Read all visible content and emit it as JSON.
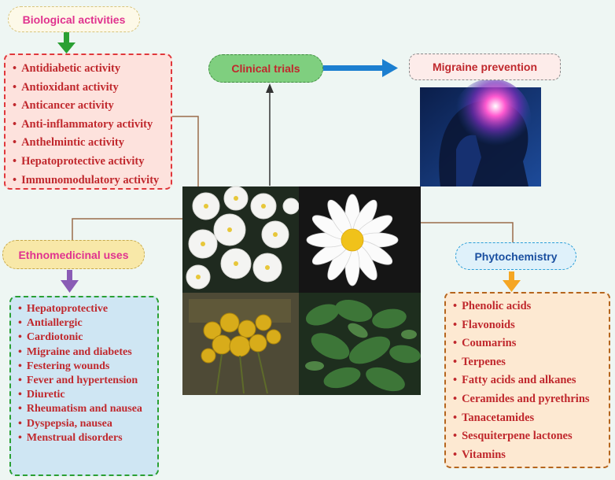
{
  "nodes": {
    "biological": {
      "title": "Biological activities",
      "items": [
        "Antidiabetic activity",
        "Antioxidant activity",
        "Anticancer activity",
        "Anti-inflammatory activity",
        "Anthelmintic activity",
        "Hepatoprotective activity",
        "Immunomodulatory activity"
      ]
    },
    "clinical": {
      "title": "Clinical trials"
    },
    "migraine": {
      "title": "Migraine prevention"
    },
    "ethno": {
      "title": "Ethnomedicinal uses",
      "items": [
        "Hepatoprotective",
        "Antiallergic",
        "Cardiotonic",
        "Migraine and diabetes",
        "Festering wounds",
        "Fever and hypertension",
        "Diuretic",
        "Rheumatism and nausea",
        "Dyspepsia, nausea",
        "Menstrual disorders"
      ]
    },
    "phyto": {
      "title": "Phytochemistry",
      "items": [
        "Phenolic acids",
        "Flavonoids",
        "Coumarins",
        "Terpenes",
        "Fatty acids and alkanes",
        "Ceramides and pyrethrins",
        "Tanacetamides",
        "Sesquiterpene lactones",
        "Vitamins"
      ]
    }
  },
  "colors": {
    "background": "#eef6f3",
    "list_text": "#c0282d",
    "biological_title": "#e0338f",
    "biological_arrow": "#2aa033",
    "clinical_fill": "#7fcf7f",
    "clinical_title": "#c0282d",
    "migraine_title": "#c0282d",
    "blue_arrow": "#1c7fd0",
    "ethno_title": "#e0338f",
    "ethno_arrow": "#8a5cb5",
    "phyto_title": "#1a4fa0",
    "phyto_arrow": "#f5a623",
    "connector": "#9a6b4a"
  }
}
